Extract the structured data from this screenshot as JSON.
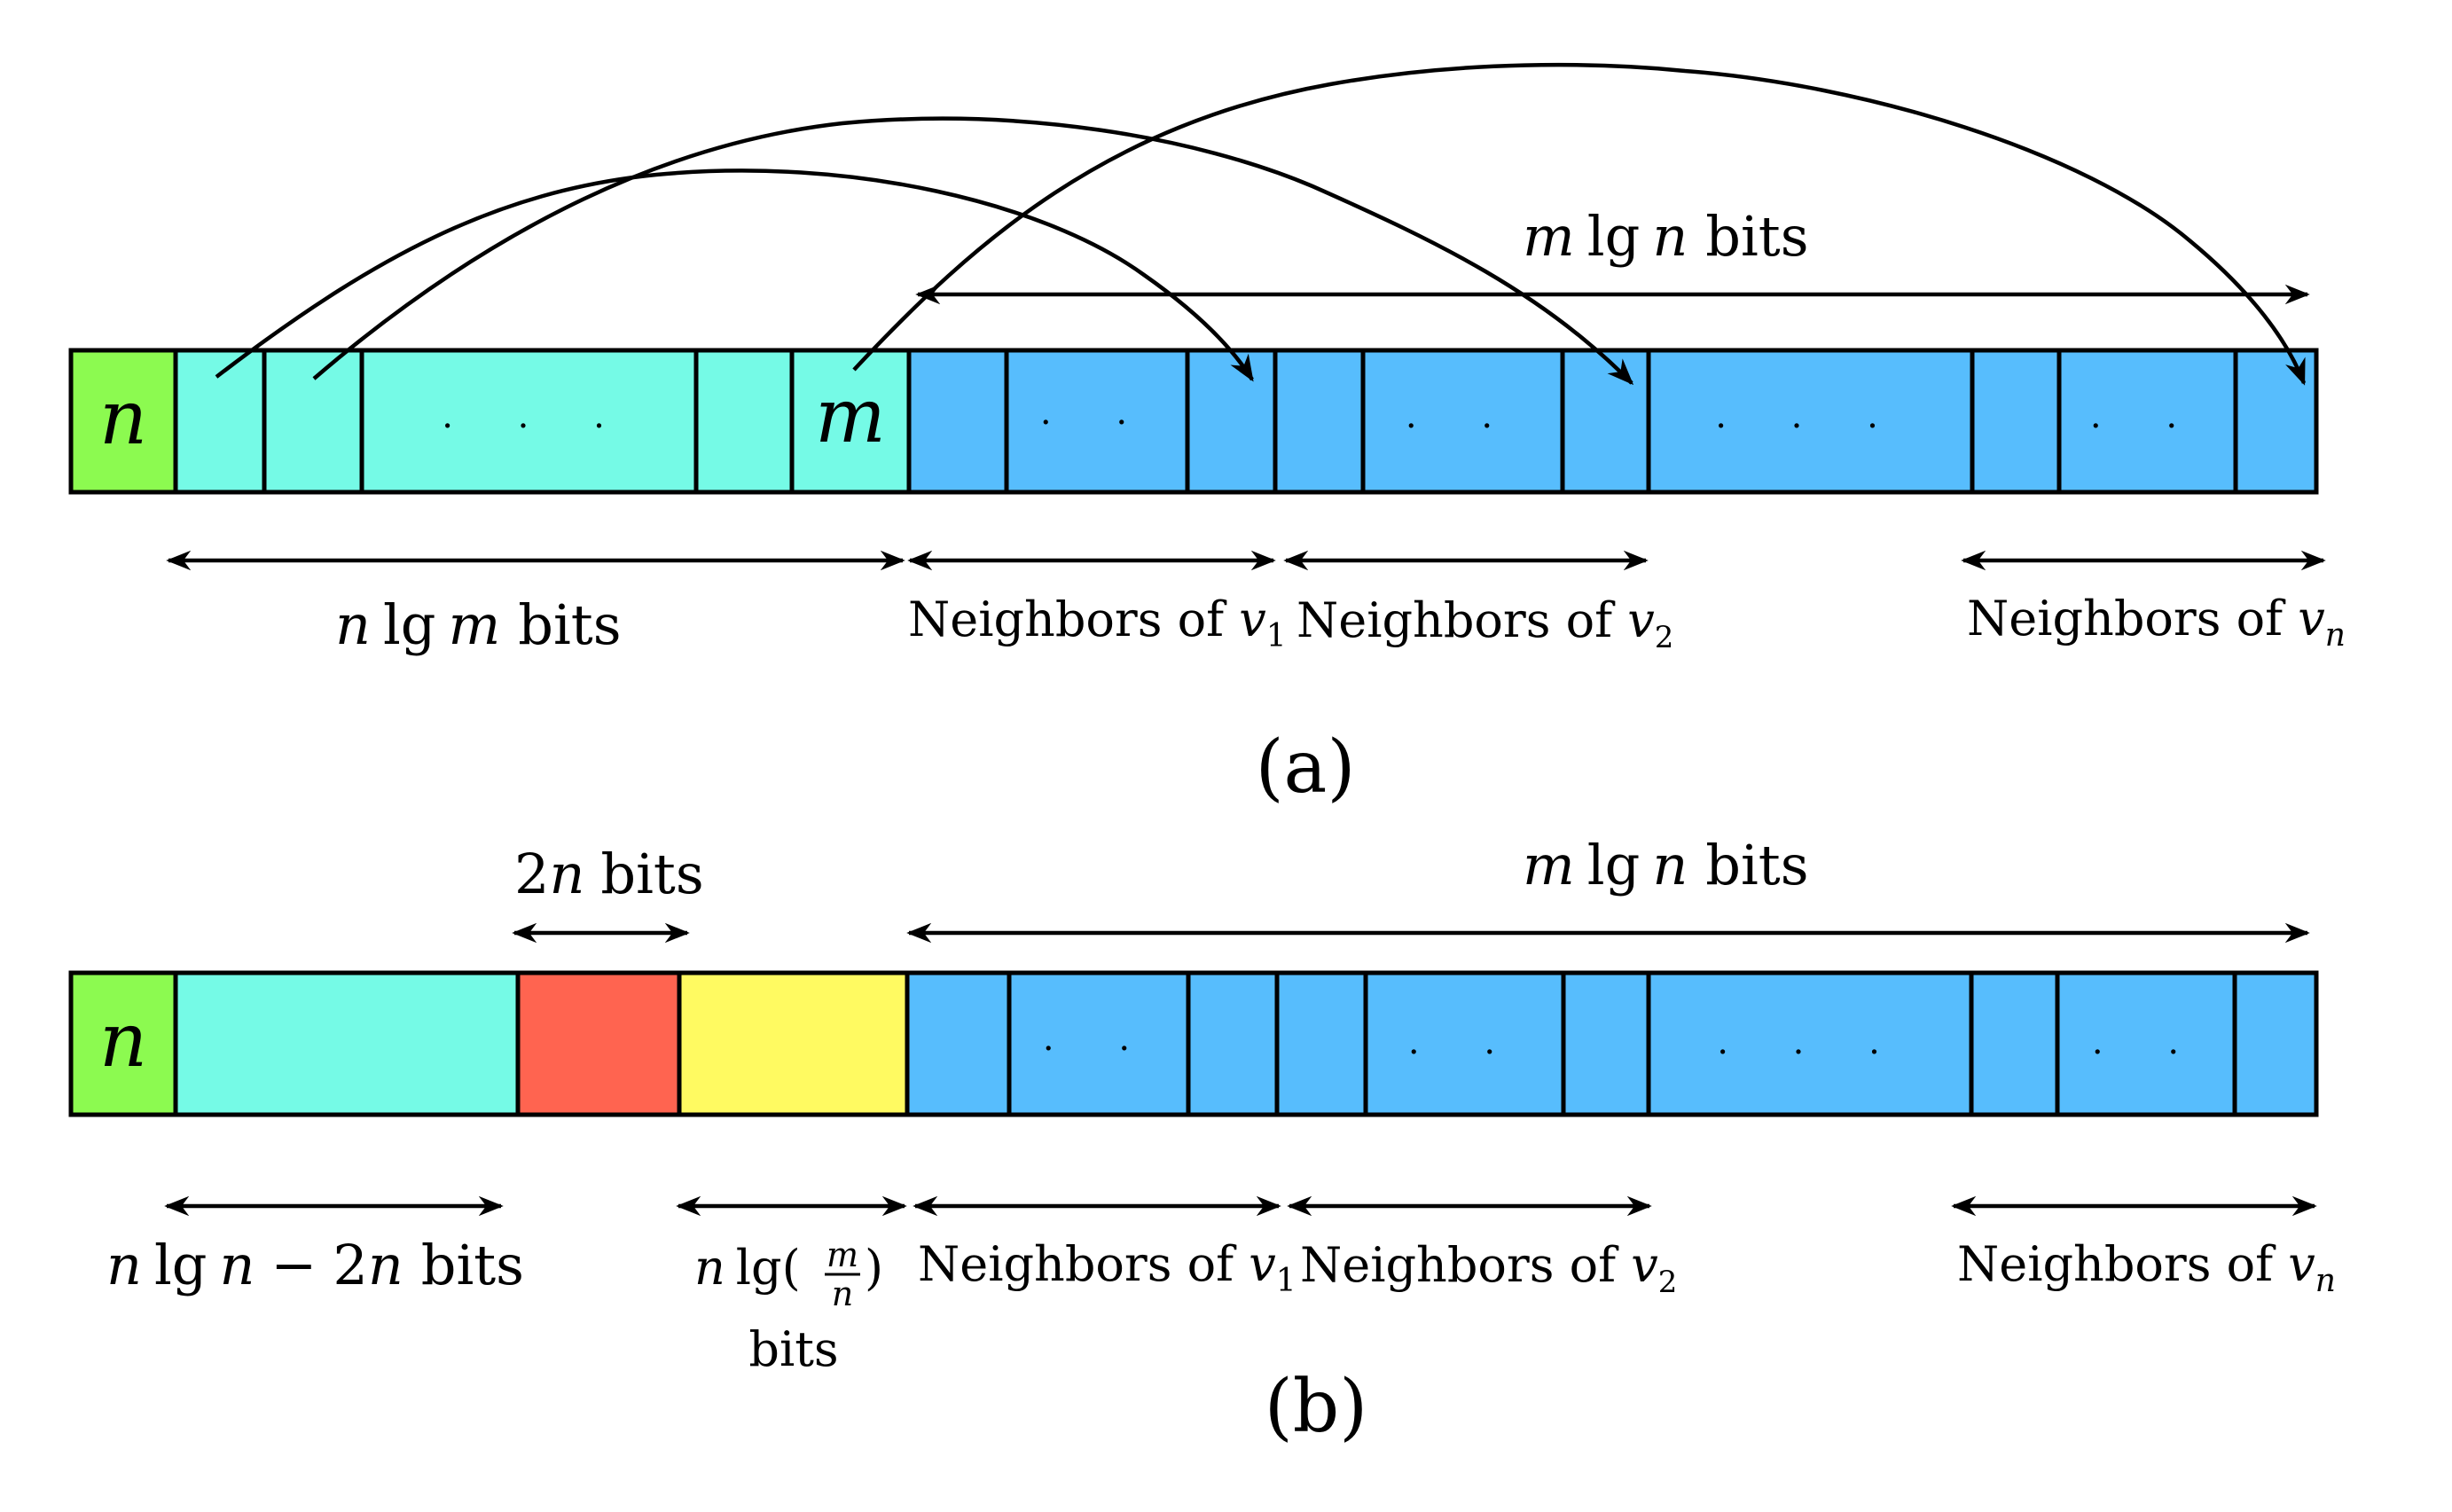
{
  "colors": {
    "n_cell": "#8CFA50",
    "cyan": "#75FAE6",
    "blue": "#57BDFD",
    "red": "#FF6450",
    "yellow": "#FFFA61",
    "line": "#000000"
  },
  "a": {
    "caption": "(a)",
    "n_cell": "n",
    "m_cell": "m",
    "ellipsis3": ". . .",
    "ellipsis2": ". .",
    "top_label": {
      "v": "m",
      "f": "lg",
      "v2": "n",
      "unit": "bits"
    },
    "offsets_label": {
      "v": "n",
      "f": "lg",
      "v2": "m",
      "unit": "bits"
    },
    "neighbors": [
      {
        "text": "Neighbors of ",
        "var": "v",
        "sub": "1"
      },
      {
        "text": "Neighbors of ",
        "var": "v",
        "sub": "2"
      },
      {
        "text": "Neighbors of ",
        "var": "v",
        "sub": "n"
      }
    ]
  },
  "b": {
    "caption": "(b)",
    "n_cell": "n",
    "ellipsis3": ". . .",
    "ellipsis2": ". .",
    "top_label": {
      "v": "m",
      "f": "lg",
      "v2": "n",
      "unit": "bits"
    },
    "two_n_label": {
      "num": "2",
      "v": "n",
      "unit": "bits"
    },
    "left_label": {
      "v": "n",
      "f": "lg",
      "v2": "n",
      "minus": "−",
      "num": "2",
      "v3": "n",
      "unit": "bits"
    },
    "lg_label": {
      "v": "n",
      "f": "lg(",
      "frac_num": "m",
      "frac_den": "n",
      "close": ")",
      "unit": "bits"
    },
    "neighbors": [
      {
        "text": "Neighbors of ",
        "var": "v",
        "sub": "1"
      },
      {
        "text": "Neighbors of ",
        "var": "v",
        "sub": "2"
      },
      {
        "text": "Neighbors of ",
        "var": "v",
        "sub": "n"
      }
    ]
  }
}
